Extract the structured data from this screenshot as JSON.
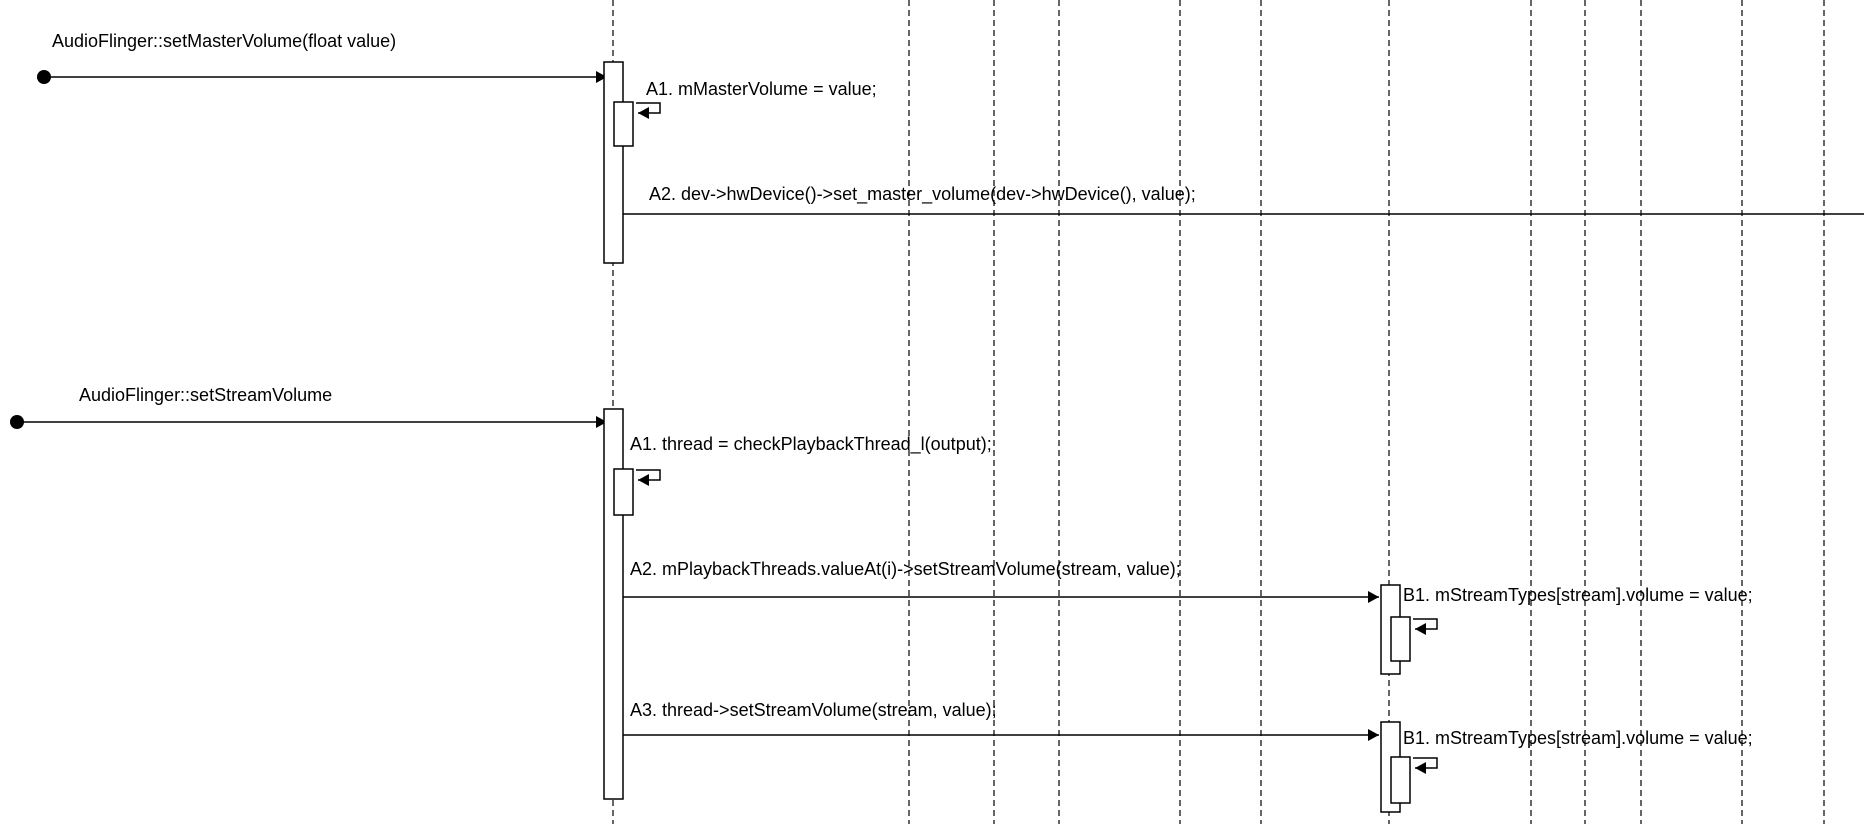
{
  "diagram": {
    "type": "sequence",
    "colors": {
      "line": "#000000",
      "activation_fill": "#ffffff",
      "background": "#ffffff"
    },
    "lifeline_count": 13,
    "scenario_master": {
      "entry_label": "AudioFlinger::setMasterVolume(float value)",
      "steps": [
        {
          "label": "A1. mMasterVolume = value;"
        },
        {
          "label": "A2. dev->hwDevice()->set_master_volume(dev->hwDevice(), value);"
        }
      ]
    },
    "scenario_stream": {
      "entry_label": "AudioFlinger::setStreamVolume",
      "steps": [
        {
          "label": "A1. thread = checkPlaybackThread_l(output);"
        },
        {
          "label": "A2. mPlaybackThreads.valueAt(i)->setStreamVolume(stream, value);"
        },
        {
          "label": "A3. thread->setStreamVolume(stream, value);"
        }
      ],
      "callee_steps": [
        {
          "label": "B1. mStreamTypes[stream].volume = value;"
        },
        {
          "label": "B1. mStreamTypes[stream].volume = value;"
        }
      ]
    }
  }
}
